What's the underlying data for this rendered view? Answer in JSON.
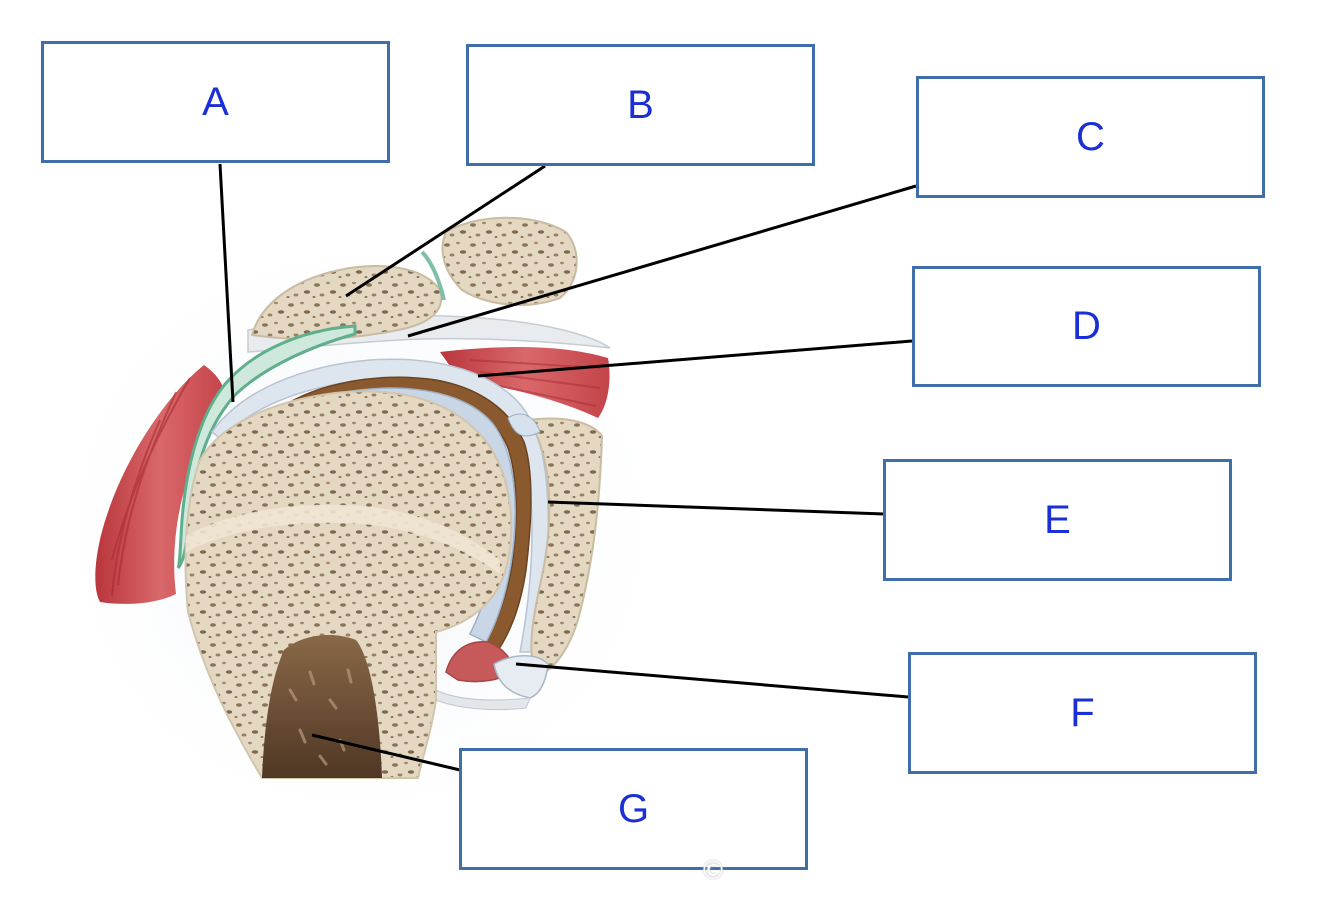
{
  "labels": {
    "a": "A",
    "b": "B",
    "c": "C",
    "d": "D",
    "e": "E",
    "f": "F",
    "g": "G"
  },
  "copyright": "©",
  "colors": {
    "box_border": "#3f6ea9",
    "label_text": "#1b2fd6",
    "leader_line": "#000000",
    "spongy_bone": "#e4d8c2",
    "bone_pores": "#8a7458",
    "articular_cartilage": "#c9d6e6",
    "synovial_cavity": "#8a5a2e",
    "bursa": "#7fbfa6",
    "muscle": "#c9474b",
    "medullary_cavity": "#6e5036"
  }
}
